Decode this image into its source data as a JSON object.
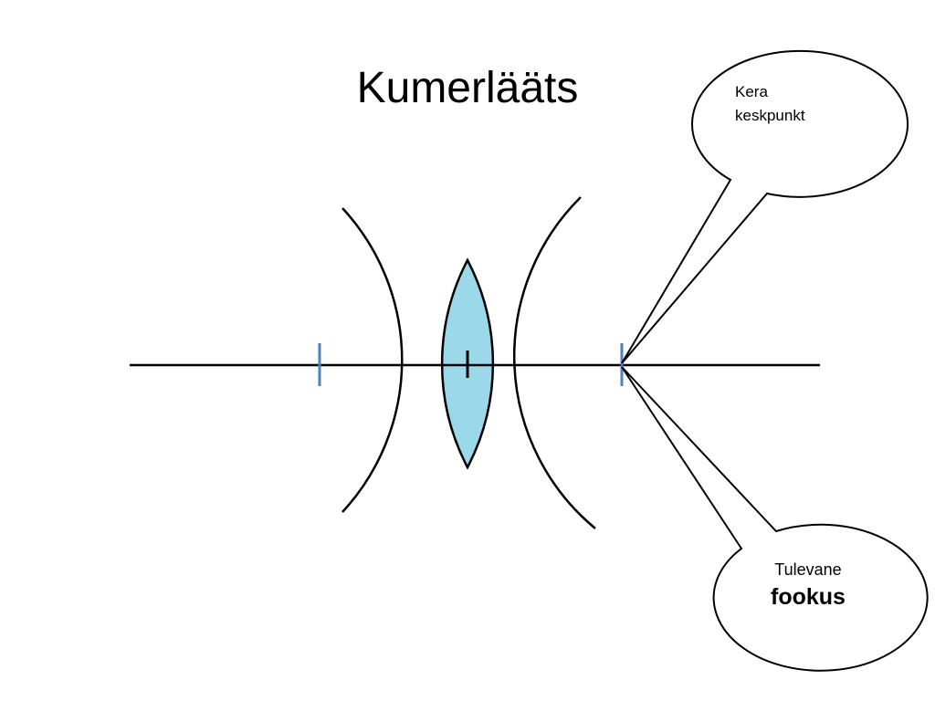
{
  "title": "Kumerlääts",
  "callouts": {
    "center_of_sphere": {
      "line1": "Kera",
      "line2": "keskpunkt"
    },
    "future_focus": {
      "line1": "Tulevane",
      "line2": "fookus"
    }
  },
  "colors": {
    "background": "#ffffff",
    "lens_fill": "#9bd8ea",
    "focus_tick": "#4f81bd",
    "stroke": "#000000"
  }
}
